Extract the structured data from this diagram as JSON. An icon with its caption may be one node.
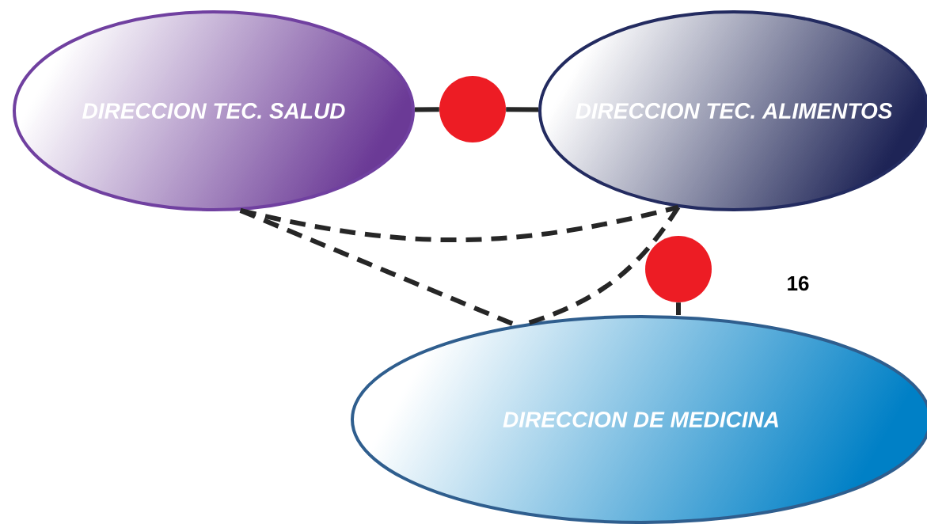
{
  "diagram": {
    "nodes": [
      {
        "text": [
          "DIRECCION TEC. SALUD"
        ]
      },
      {
        "text": [
          "DIRECCION TEC. ALIMENTOS"
        ]
      },
      {
        "text": [
          "DIRECCION DE MEDICINA"
        ]
      },
      {
        "text": [],
        "shape": "circle"
      },
      {
        "text": [],
        "shape": "circle"
      }
    ],
    "edges": [
      {
        "from": 0,
        "to": 3,
        "arrow": "none"
      },
      {
        "from": 3,
        "to": 1,
        "arrow": "none"
      },
      {
        "from": 4,
        "to": 2,
        "arrow": "none"
      },
      {
        "from": 0,
        "to": 2,
        "arrow": "none",
        "style": "dashed"
      },
      {
        "from": 1,
        "to": 2,
        "arrow": "none",
        "style": "dashed"
      },
      {
        "from": 0,
        "to": 1,
        "arrow": "none",
        "style": "dashed"
      }
    ],
    "labels": [
      "16"
    ]
  }
}
